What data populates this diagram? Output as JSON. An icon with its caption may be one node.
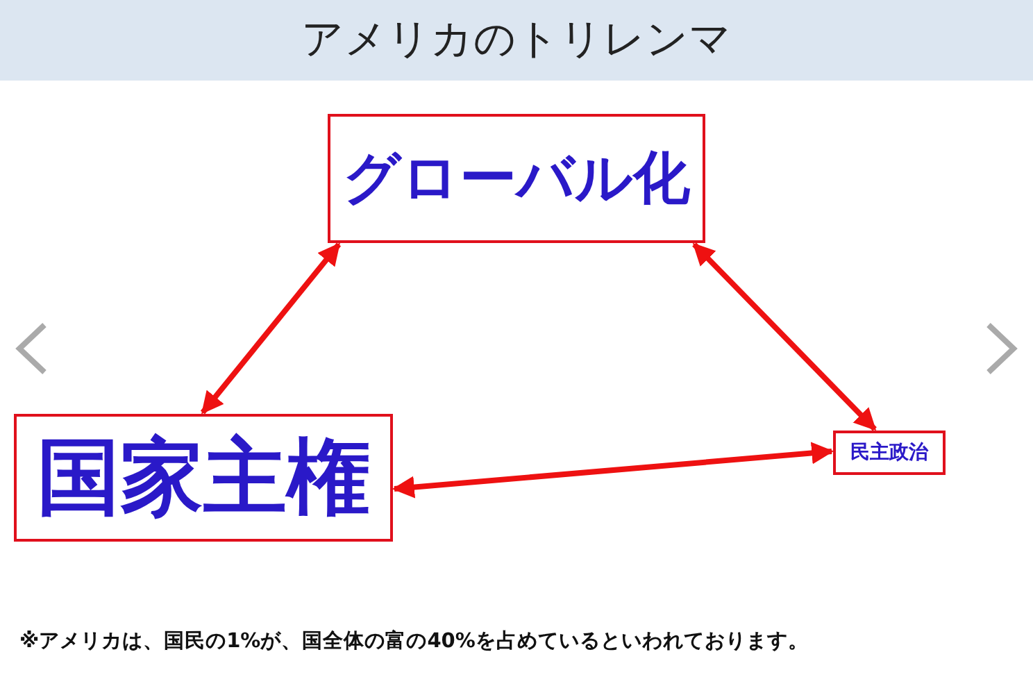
{
  "diagram": {
    "title": "アメリカのトリレンマ",
    "nodes": [
      {
        "text": [
          "グローバル化"
        ]
      },
      {
        "text": [
          "国家主権"
        ]
      },
      {
        "text": [
          "民主政治"
        ]
      }
    ],
    "edges": [
      {
        "from": 0,
        "to": 1,
        "arrow": "both"
      },
      {
        "from": 0,
        "to": 2,
        "arrow": "both"
      },
      {
        "from": 1,
        "to": 2,
        "arrow": "both"
      }
    ],
    "labels": [
      "※アメリカは、国民の1%が、国全体の富の40%を占めているといわれております。"
    ]
  }
}
